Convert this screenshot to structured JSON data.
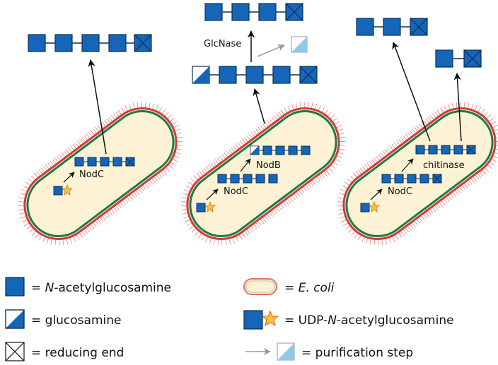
{
  "colors": {
    "glcnac_fill": "#1565b8",
    "sugar_stroke": "#0c2f55",
    "cell_fill": "#fdf3d4",
    "cell_inner_membrane": "#1a7a4a",
    "cell_outer_membrane": "#d23a3a",
    "fimbriae": "#e07070",
    "arrow": "#111111",
    "purification_arrow": "#9a9a9a",
    "purified_fill": "#8fcbe6",
    "udp_star": "#f5c23a"
  },
  "panels": [
    {
      "enzymes": [
        "NodC"
      ]
    },
    {
      "enzymes": [
        "NodC",
        "NodB"
      ],
      "released_enzyme": "GlcNase"
    },
    {
      "enzymes": [
        "NodC",
        "chitinase"
      ]
    }
  ],
  "legend": {
    "glcnac": {
      "prefix": "= ",
      "italic": "N",
      "suffix": "-acetylglucosamine",
      "icon": "glcnac-square-icon"
    },
    "glucosamine": {
      "text": "= glucosamine",
      "icon": "glucosamine-square-icon"
    },
    "reducing_end": {
      "text": "= reducing end",
      "icon": "reducing-end-square-icon"
    },
    "ecoli": {
      "prefix": "= ",
      "italic": "E. coli",
      "icon": "ecoli-cell-icon"
    },
    "udp": {
      "prefix": "= UDP-",
      "italic": "N",
      "suffix": "-acetylglucosamine",
      "icon": "udp-glcnac-icon"
    },
    "purification": {
      "text": "= purification step",
      "icon": "purification-arrow-icon"
    }
  }
}
